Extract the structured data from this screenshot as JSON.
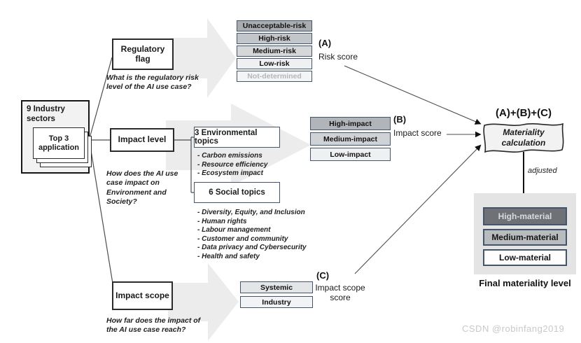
{
  "source_box": {
    "title": "9 Industry sectors",
    "card_label": "Top 3 application"
  },
  "assessments": {
    "regulatory": {
      "label": "Regulatory flag",
      "question": "What is the regulatory risk level of the AI use case?"
    },
    "impact_level": {
      "label": "Impact level",
      "question": "How does the AI use case impact on Environment and Society?"
    },
    "impact_scope": {
      "label": "Impact scope",
      "question": "How far does the impact of the AI use case reach?"
    }
  },
  "topics": {
    "environmental": {
      "title": "3 Environmental topics",
      "items": [
        "- Carbon emissions",
        "- Resource efficiency",
        "- Ecosystem impact"
      ]
    },
    "social": {
      "title": "6 Social topics",
      "items": [
        "- Diversity, Equity, and Inclusion",
        "- Human rights",
        "- Labour management",
        "- Customer and community",
        "- Data privacy and Cybersecurity",
        "- Health and safety"
      ]
    }
  },
  "scales": {
    "risk": {
      "score_id": "(A)",
      "score_label": "Risk score",
      "levels": [
        "Unacceptable-risk",
        "High-risk",
        "Medium-risk",
        "Low-risk",
        "Not-determined"
      ]
    },
    "impact": {
      "score_id": "(B)",
      "score_label": "Impact score",
      "levels": [
        "High-impact",
        "Medium-impact",
        "Low-impact"
      ]
    },
    "scope": {
      "score_id": "(C)",
      "score_label": "Impact scope score",
      "levels": [
        "Systemic",
        "Industry"
      ]
    }
  },
  "calculation": {
    "formula": "(A)+(B)+(C)",
    "label": "Materiality calculation",
    "adjusted_label": "adjusted"
  },
  "final": {
    "levels": [
      "High-material",
      "Medium-material",
      "Low-material"
    ],
    "title": "Final materiality level"
  },
  "watermark": "CSDN @robinfang2019",
  "colors": {
    "stack_border": "#44546a",
    "chevron_fill": "#ececec",
    "risk_unacceptable_bg": "#a9adb1",
    "risk_high_bg": "#c2c6ca",
    "risk_medium_bg": "#d5d7d9",
    "risk_low_bg": "#eef0f2",
    "risk_notdetermined_bg": "#f3f4f5",
    "impact_high_bg": "#b1b5b9",
    "impact_medium_bg": "#d0d3d5",
    "impact_low_bg": "#eef0f2",
    "scope_systemic_bg": "#e3e5e7",
    "scope_industry_bg": "#f2f3f4",
    "final_high_bg": "#6e7276",
    "final_medium_bg": "#b9bcbf",
    "final_low_bg": "#fefefe",
    "final_panel_bg": "#e4e4e5",
    "watermark_color": "#c9c9c9"
  }
}
